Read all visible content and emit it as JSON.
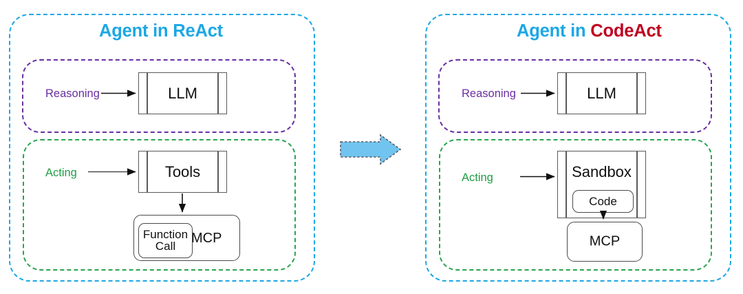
{
  "figure": {
    "kind": "architecture-comparison-diagram",
    "colors": {
      "agent_border": "#1ca7e4",
      "reasoning_border": "#6a2fa0",
      "acting_border": "#2aa44f",
      "title_blue": "#1ca7e4",
      "title_red": "#c00020",
      "reasoning_label": "#6a2fa0",
      "acting_label": "#1f9e45",
      "node_stroke": "#5a5a5a",
      "arrow_fill": "#71c4ef",
      "arrow_stroke": "#5a5a66"
    }
  },
  "left_panel": {
    "title_prefix": "Agent in ",
    "title_suffix": "ReAct",
    "reasoning": {
      "label": "Reasoning",
      "node": "LLM"
    },
    "acting": {
      "label": "Acting",
      "node": "Tools",
      "mcp_box": "MCP",
      "function_call_box": "Function\nCall"
    }
  },
  "transition_arrow": {
    "name": "transition-arrow",
    "direction": "right"
  },
  "right_panel": {
    "title_prefix": "Agent in ",
    "title_suffix": "CodeAct",
    "reasoning": {
      "label": "Reasoning",
      "node": "LLM"
    },
    "acting": {
      "label": "Acting",
      "node": "Sandbox",
      "code_box": "Code",
      "mcp_box": "MCP"
    }
  }
}
